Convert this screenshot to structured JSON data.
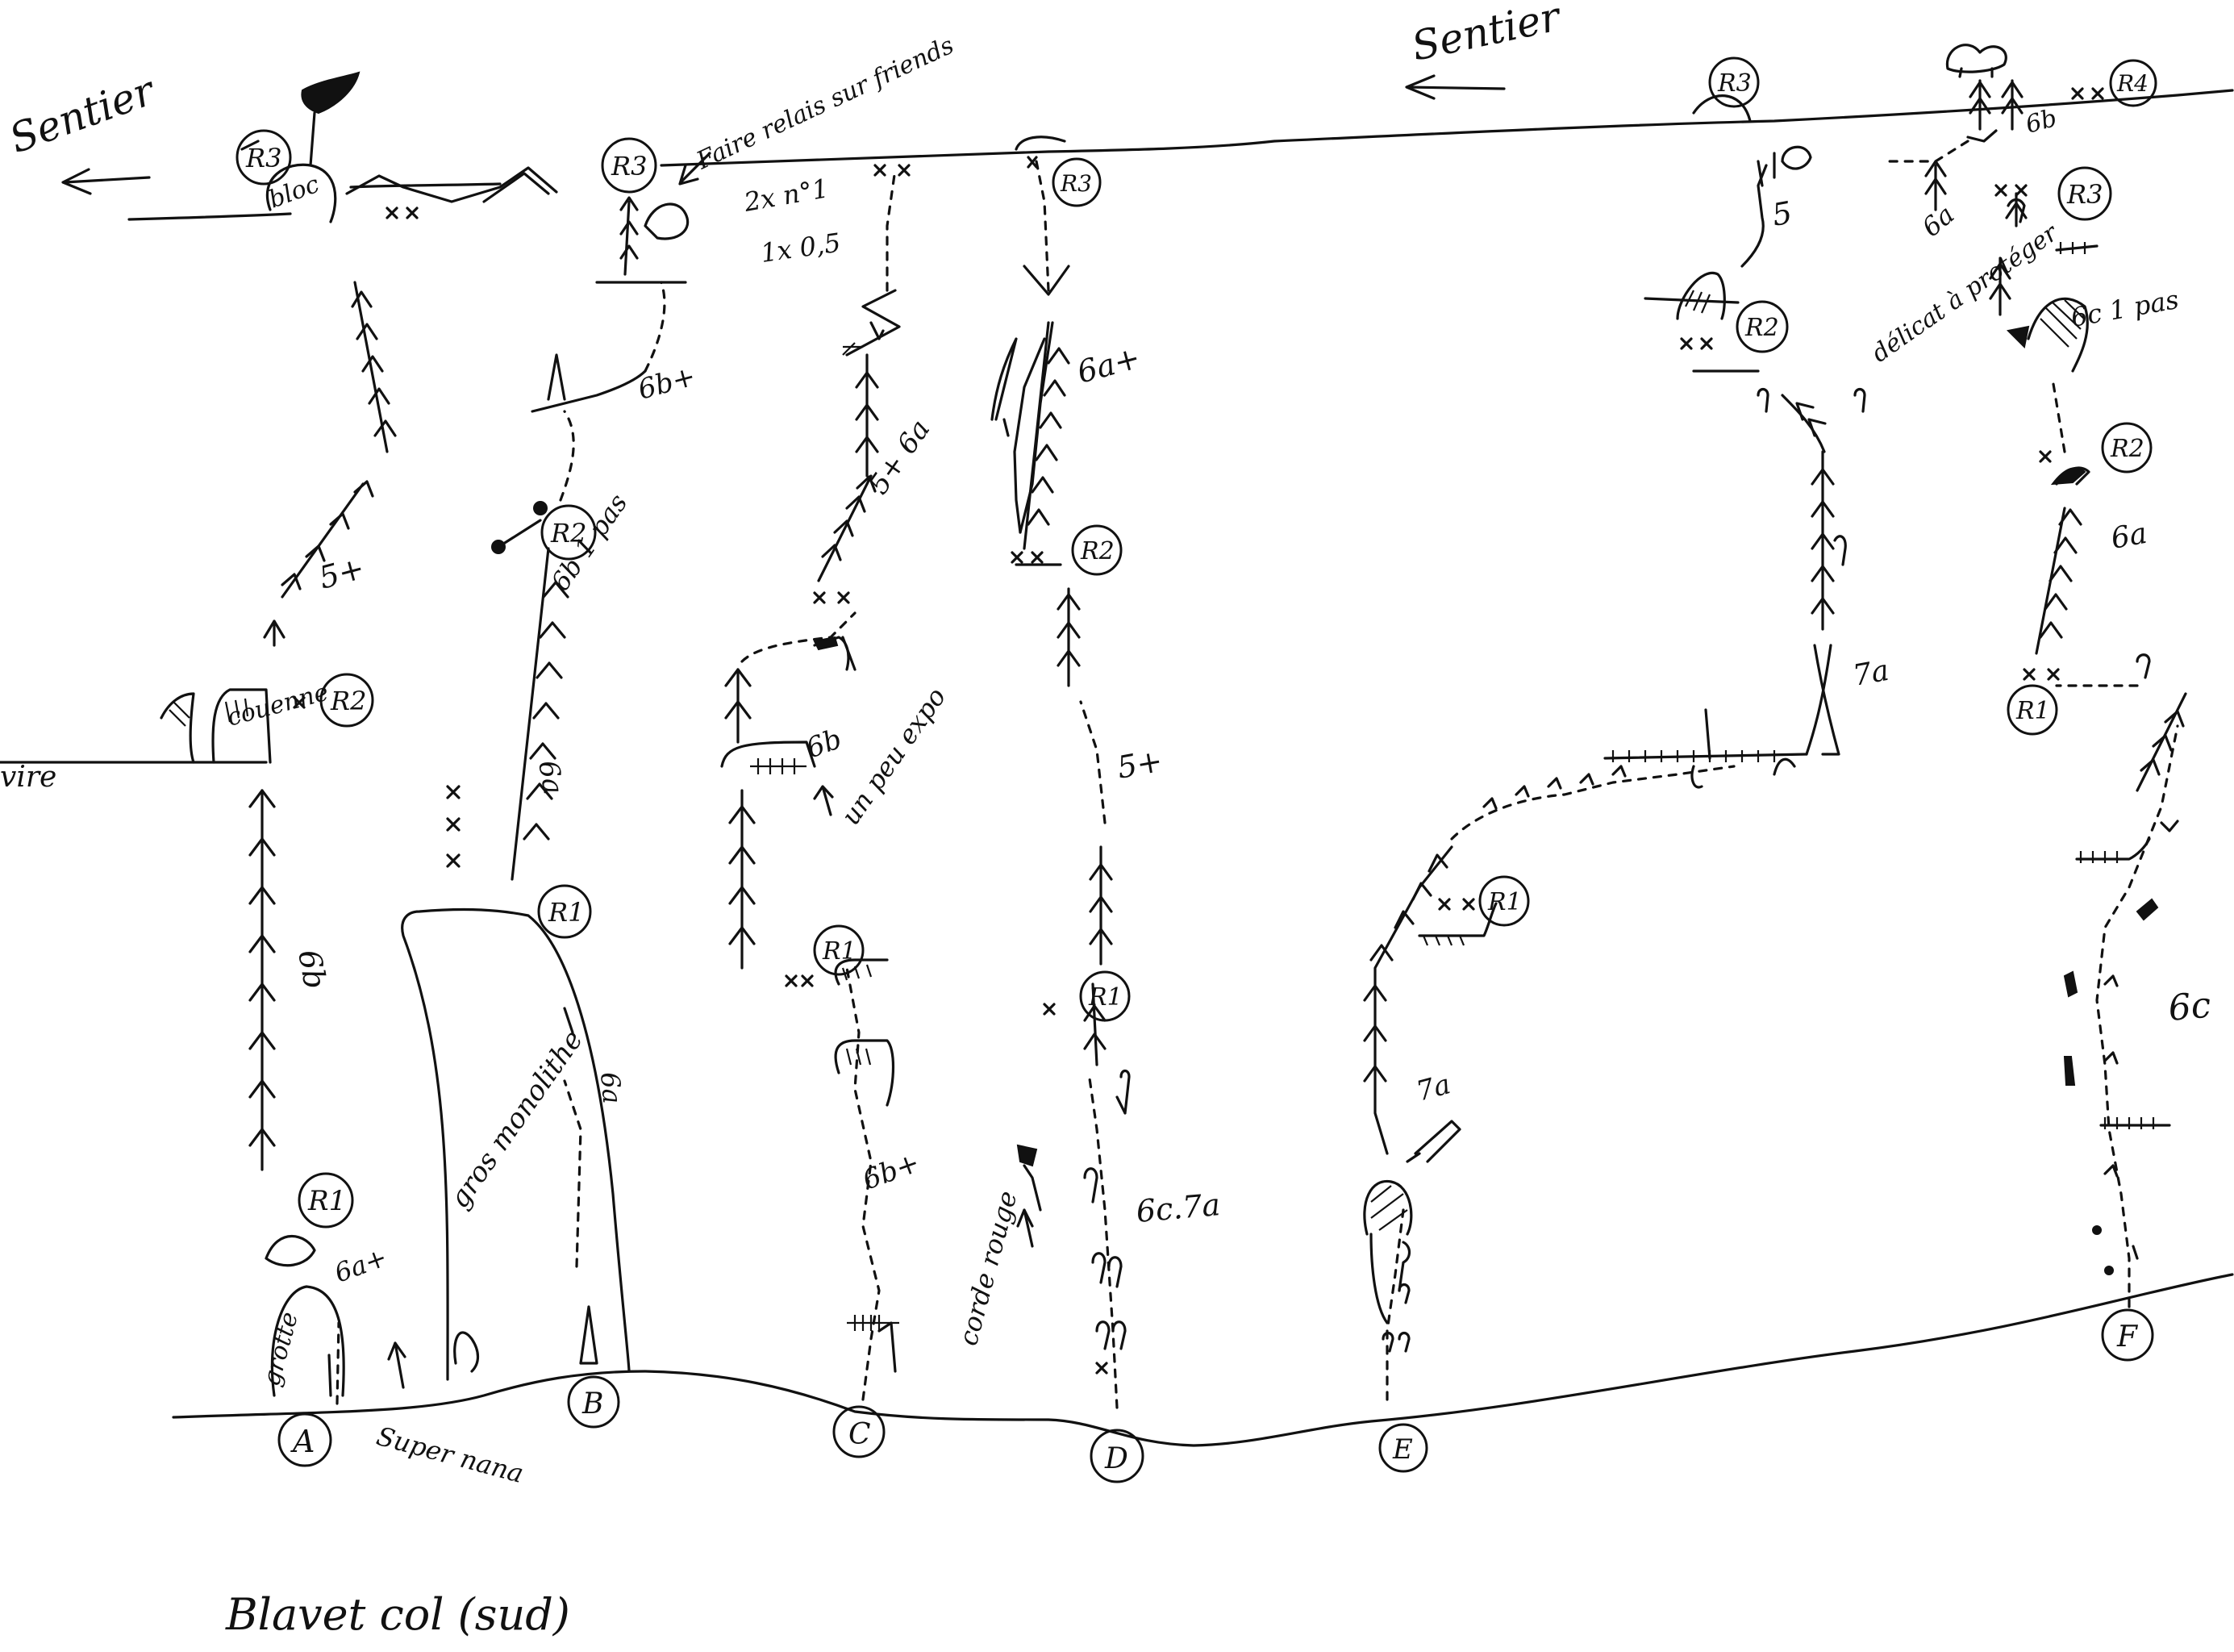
{
  "diagram": {
    "caption": "Blavet col (sud)",
    "trail_left": "Sentier",
    "trail_right": "Sentier",
    "ledge": "vire",
    "routes": [
      {
        "id": "A",
        "name": "A",
        "grades": [
          "6a+",
          "6b",
          "5+"
        ],
        "notes": [
          "grotte",
          "couenne",
          "bloc"
        ],
        "relays": [
          "R1",
          "R2",
          "R3"
        ]
      },
      {
        "id": "B",
        "name": "B",
        "grades": [
          "6a",
          "6b 1 pas",
          "6b+"
        ],
        "notes": [
          "gros monolithe"
        ],
        "relays": [
          "R1",
          "R2",
          "R3"
        ]
      },
      {
        "id": "C",
        "name": "C",
        "grades": [
          "6b+",
          "6b",
          "5+ 6a"
        ],
        "notes": [
          "un peu expo"
        ],
        "relays": [
          "R1",
          "R3"
        ]
      },
      {
        "id": "D",
        "name": "D",
        "grades": [
          "6c.7a",
          "5+",
          "6a+"
        ],
        "notes": [
          "corde rouge"
        ],
        "relays": [
          "R1",
          "R2",
          "R3"
        ]
      },
      {
        "id": "E",
        "name": "E",
        "grades": [
          "7a",
          "7a",
          "5"
        ],
        "notes": [],
        "relays": [
          "R1",
          "R2",
          "R3"
        ]
      },
      {
        "id": "F",
        "name": "F",
        "grades": [
          "6c",
          "6a",
          "6c 1 pas",
          "6a",
          "6b"
        ],
        "notes": [
          "délicat à protéger"
        ],
        "relays": [
          "R1",
          "R2",
          "R3",
          "R4"
        ]
      }
    ],
    "annotations": {
      "friends": "Faire relais sur friends",
      "gear_1": "2x n°1",
      "gear_2": "1x 0,5",
      "super_nana": "Super nana"
    }
  }
}
